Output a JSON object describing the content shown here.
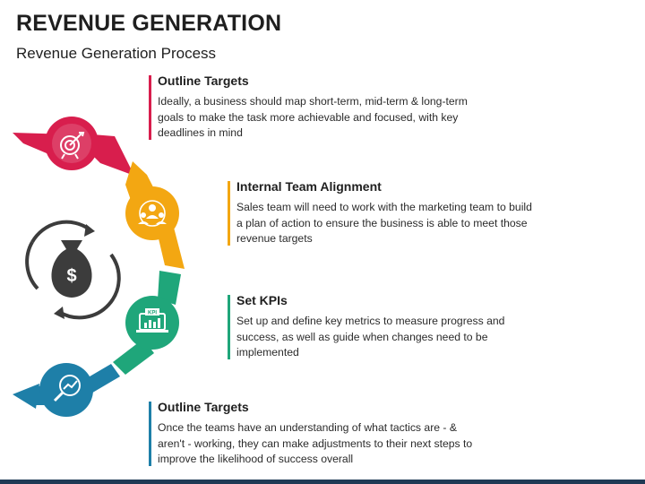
{
  "header": {
    "title": "REVENUE GENERATION",
    "subtitle": "Revenue Generation Process"
  },
  "colors": {
    "red": "#d81e4d",
    "orange": "#f3a712",
    "green": "#1fa67a",
    "blue": "#1e7fa8",
    "dark": "#3c3c3c",
    "footer": "#1f3a55"
  },
  "steps": [
    {
      "heading": "Outline Targets",
      "text": "Ideally, a business should map short-term, mid-term & long-term goals to make the task more achievable and focused, with key deadlines in mind",
      "icon": "target-icon",
      "color": "#d81e4d"
    },
    {
      "heading": "Internal Team Alignment",
      "text": "Sales team will need to work with the marketing team to build a plan of action to ensure the business is able to meet those revenue targets",
      "icon": "team-icon",
      "color": "#f3a712"
    },
    {
      "heading": "Set KPIs",
      "text": "Set up and define key metrics to measure progress and success, as well as guide when changes need to be implemented",
      "icon": "kpi-icon",
      "badge": "KPI",
      "color": "#1fa67a"
    },
    {
      "heading": "Outline Targets",
      "text": "Once the teams have an understanding of what tactics are - & aren't - working, they can make adjustments to their next steps to improve the likelihood of success overall",
      "icon": "magnifier-chart-icon",
      "color": "#1e7fa8"
    }
  ],
  "center_icon": {
    "name": "money-bag-cycle-icon",
    "symbol": "$"
  }
}
